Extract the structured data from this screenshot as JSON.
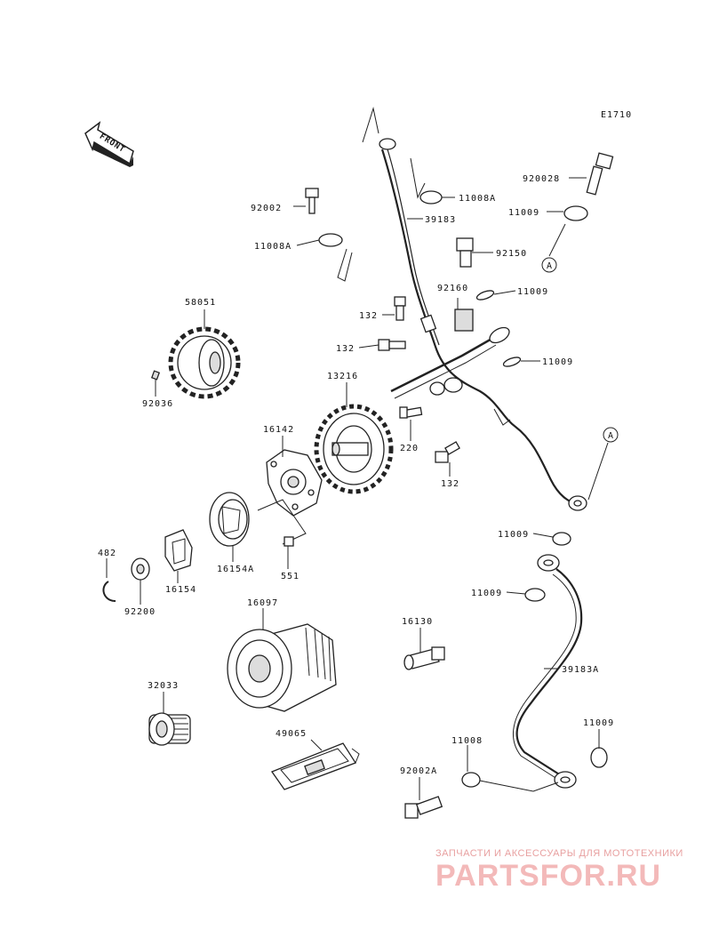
{
  "ref_code": "E1710",
  "front_label": "FRONT",
  "callout_a": "A",
  "parts": {
    "p92002": "92002",
    "p11008A_top": "11008A",
    "p39183": "39183",
    "p920028": "920028",
    "p11009_top": "11009",
    "p11008A_left": "11008A",
    "p92150": "92150",
    "p92160": "92160",
    "p11009_mid1": "11009",
    "p132_a": "132",
    "p132_b": "132",
    "p11009_mid2": "11009",
    "p58051": "58051",
    "p92036": "92036",
    "p13216": "13216",
    "p220": "220",
    "p16142": "16142",
    "p132_c": "132",
    "p16154A": "16154A",
    "p551": "551",
    "p482": "482",
    "p92200": "92200",
    "p16154": "16154",
    "p11009_r1": "11009",
    "p11009_r2": "11009",
    "p16097": "16097",
    "p16130": "16130",
    "p39183A": "39183A",
    "p32033": "32033",
    "p11009_r3": "11009",
    "p49065": "49065",
    "p11008": "11008",
    "p92002A": "92002A"
  },
  "watermark": {
    "tagline": "ЗАПЧАСТИ И АКСЕССУАРЫ ДЛЯ МОТОТЕХНИКИ",
    "brand": "PARTSFOR.RU"
  }
}
